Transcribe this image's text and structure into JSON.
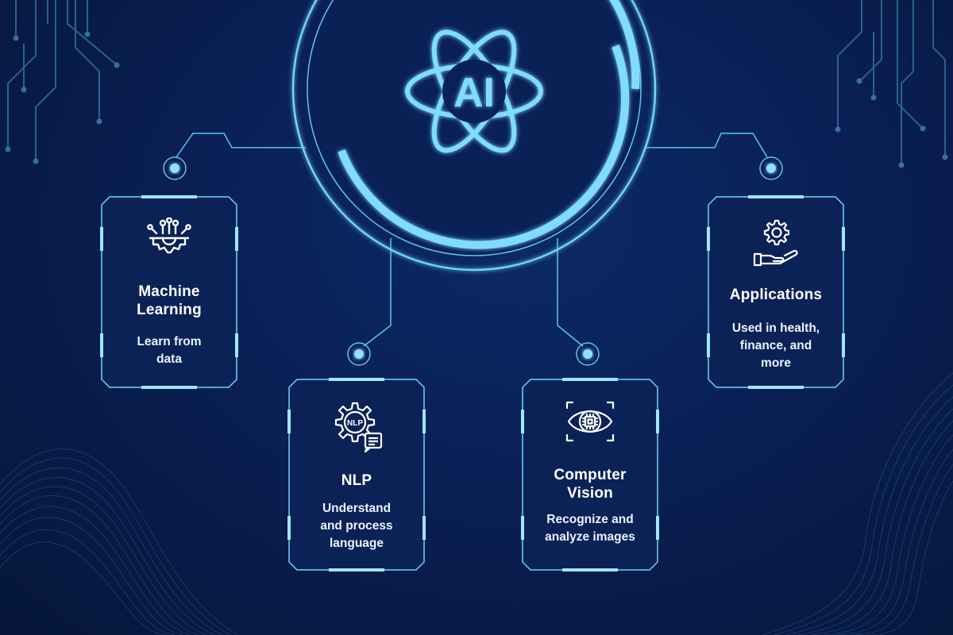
{
  "hub": {
    "label": "AI",
    "icon": "atom-ai-icon"
  },
  "cards": {
    "machine_learning": {
      "title_line1": "Machine",
      "title_line2": "Learning",
      "desc_line1": "Learn from",
      "desc_line2": "data",
      "icon": "gear-circuit-icon"
    },
    "nlp": {
      "title_line1": "NLP",
      "desc_line1": "Understand",
      "desc_line2": "and process",
      "desc_line3": "language",
      "icon": "nlp-gear-icon"
    },
    "computer_vision": {
      "title_line1": "Computer",
      "title_line2": "Vision",
      "desc_line1": "Recognize and",
      "desc_line2": "analyze images",
      "icon": "eye-chip-icon"
    },
    "applications": {
      "title_line1": "Applications",
      "desc_line1": "Used in health,",
      "desc_line2": "finance, and",
      "desc_line3": "more",
      "icon": "hand-gear-icon"
    }
  },
  "colors": {
    "accent": "#7fdcff",
    "line": "#5fc4ec",
    "background": "#0a2157",
    "text": "#ffffff"
  }
}
